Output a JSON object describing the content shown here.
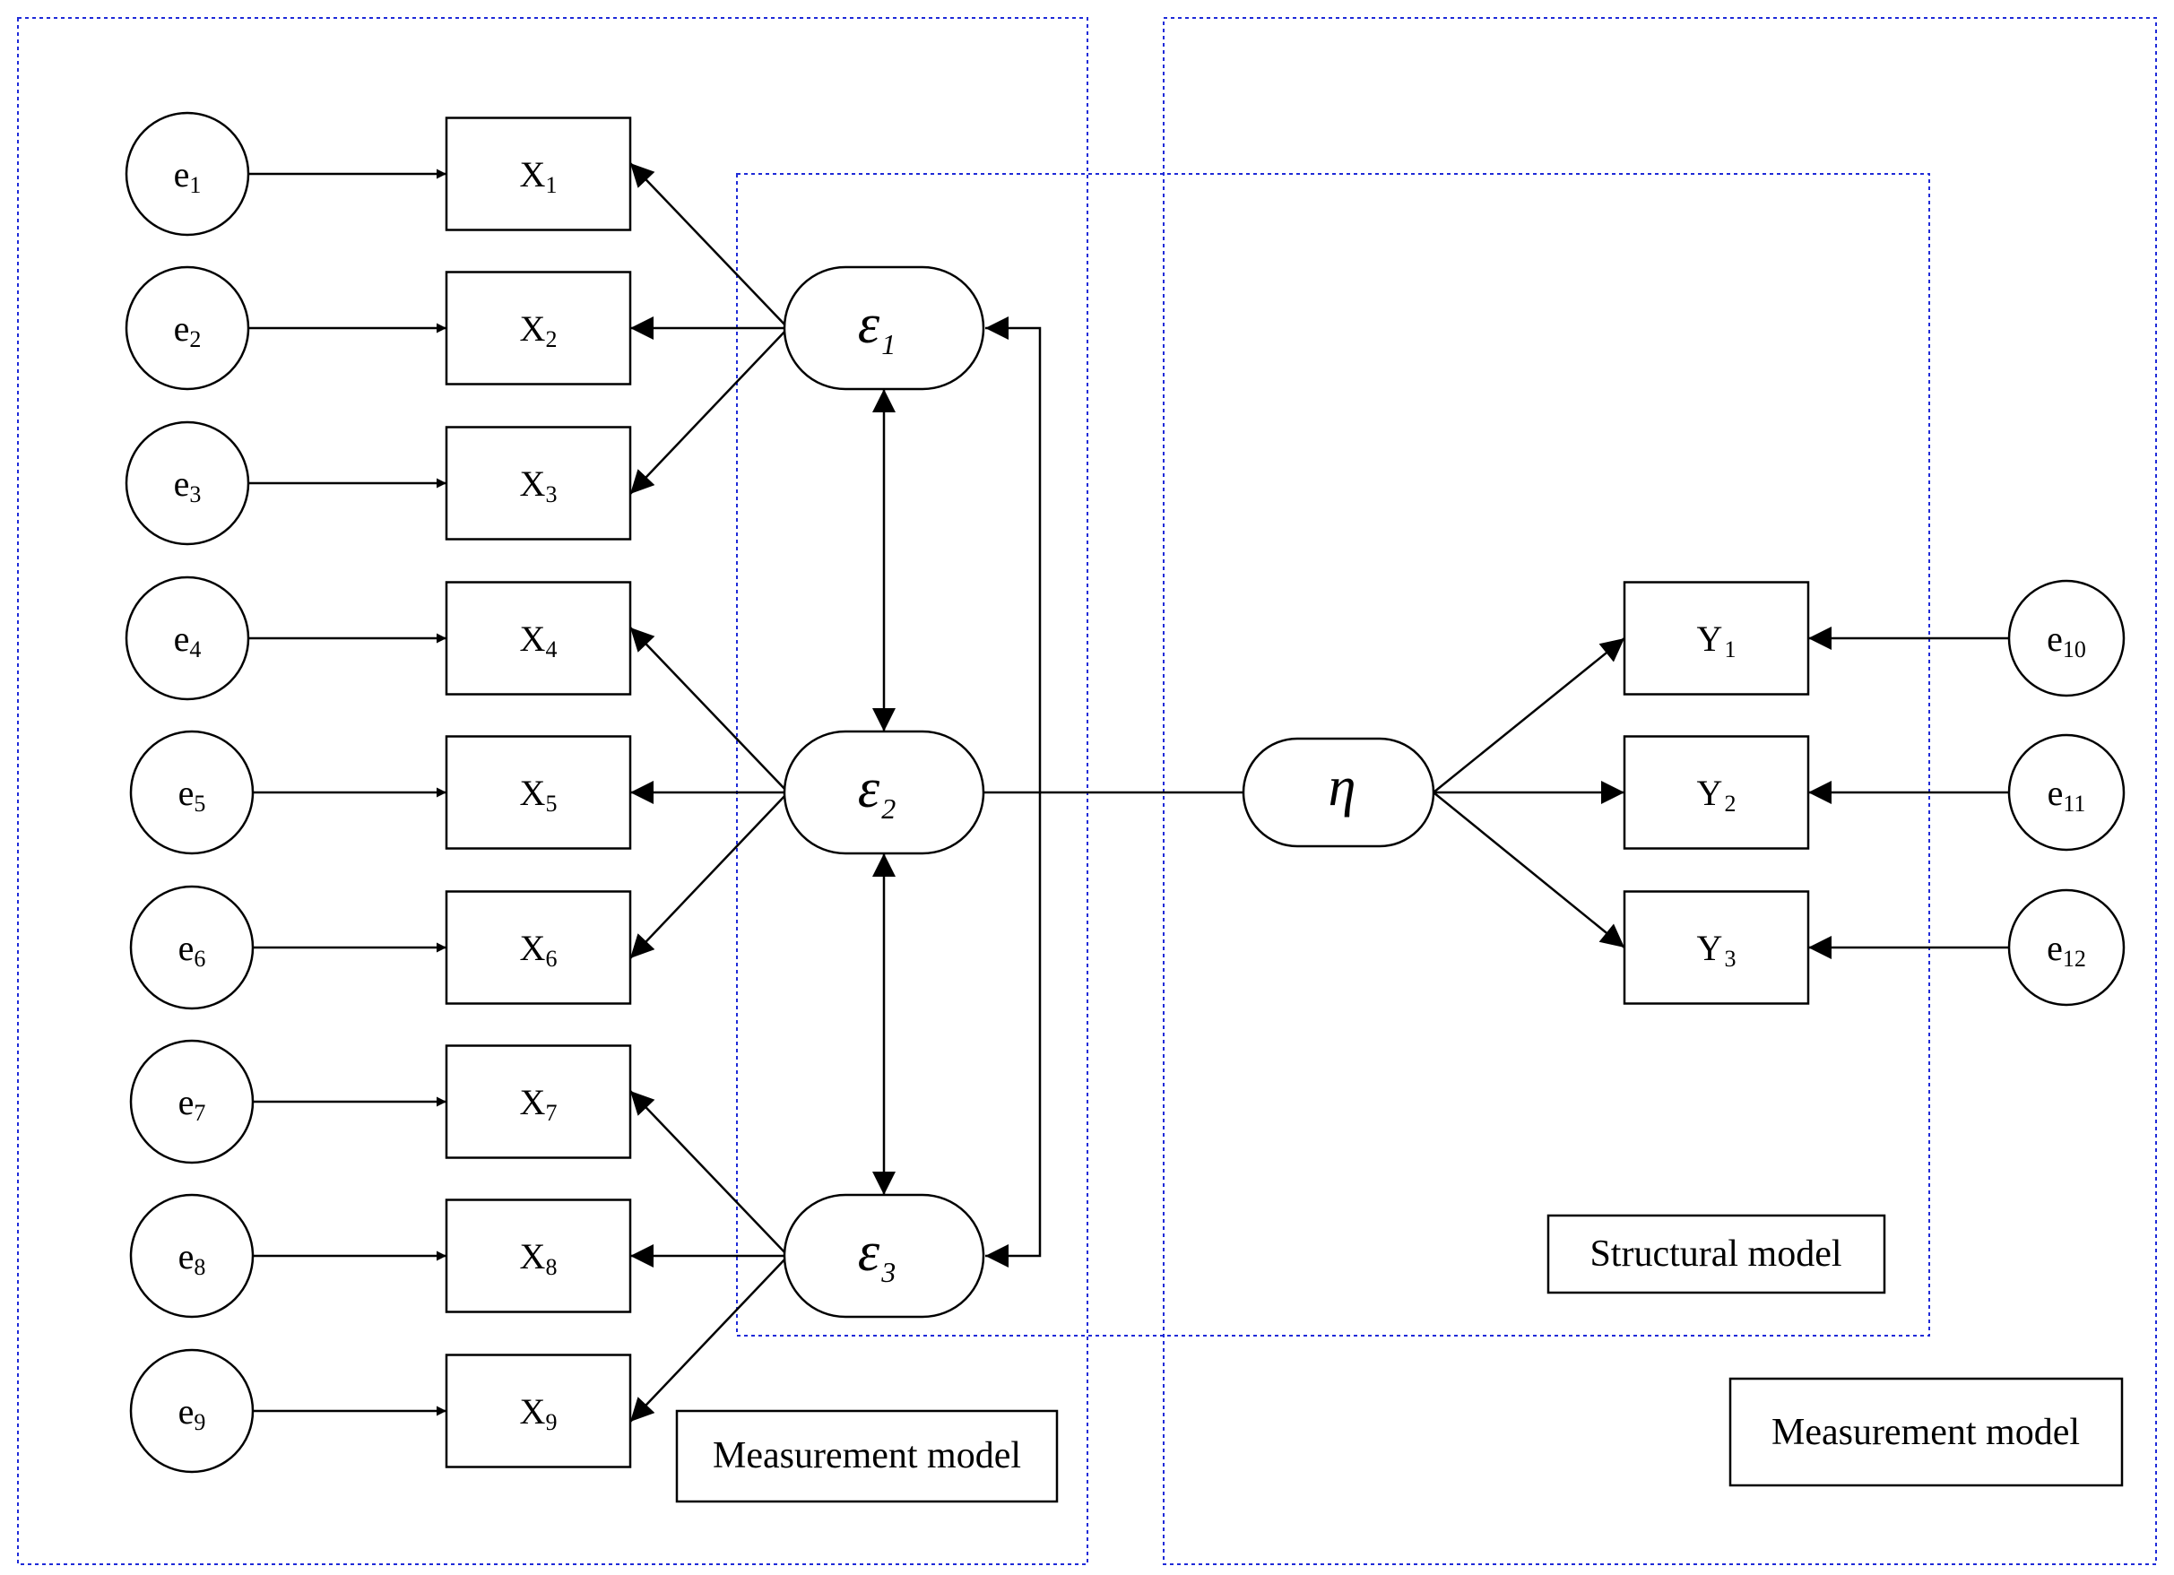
{
  "regions": {
    "left_measurement_label": "Measurement model",
    "right_measurement_label": "Measurement model",
    "structural_label": "Structural model",
    "border_color": "#1f2bd8"
  },
  "errors_left": [
    {
      "base": "e",
      "sub": "1"
    },
    {
      "base": "e",
      "sub": "2"
    },
    {
      "base": "e",
      "sub": "3"
    },
    {
      "base": "e",
      "sub": "4"
    },
    {
      "base": "e",
      "sub": "5"
    },
    {
      "base": "e",
      "sub": "6"
    },
    {
      "base": "e",
      "sub": "7"
    },
    {
      "base": "e",
      "sub": "8"
    },
    {
      "base": "e",
      "sub": "9"
    }
  ],
  "x_indicators": [
    {
      "base": "X",
      "sub": "1"
    },
    {
      "base": "X",
      "sub": "2"
    },
    {
      "base": "X",
      "sub": "3"
    },
    {
      "base": "X",
      "sub": "4"
    },
    {
      "base": "X",
      "sub": "5"
    },
    {
      "base": "X",
      "sub": "6"
    },
    {
      "base": "X",
      "sub": "7"
    },
    {
      "base": "X",
      "sub": "8"
    },
    {
      "base": "X",
      "sub": "9"
    }
  ],
  "latent_exogenous": [
    {
      "base": "ε",
      "sub": "1"
    },
    {
      "base": "ε",
      "sub": "2"
    },
    {
      "base": "ε",
      "sub": "3"
    }
  ],
  "latent_endogenous": {
    "base": "η"
  },
  "y_indicators": [
    {
      "base": "Y",
      "sub": "1"
    },
    {
      "base": "Y",
      "sub": "2"
    },
    {
      "base": "Y",
      "sub": "3"
    }
  ],
  "errors_right": [
    {
      "base": "e",
      "sub": "10"
    },
    {
      "base": "e",
      "sub": "11"
    },
    {
      "base": "e",
      "sub": "12"
    }
  ]
}
